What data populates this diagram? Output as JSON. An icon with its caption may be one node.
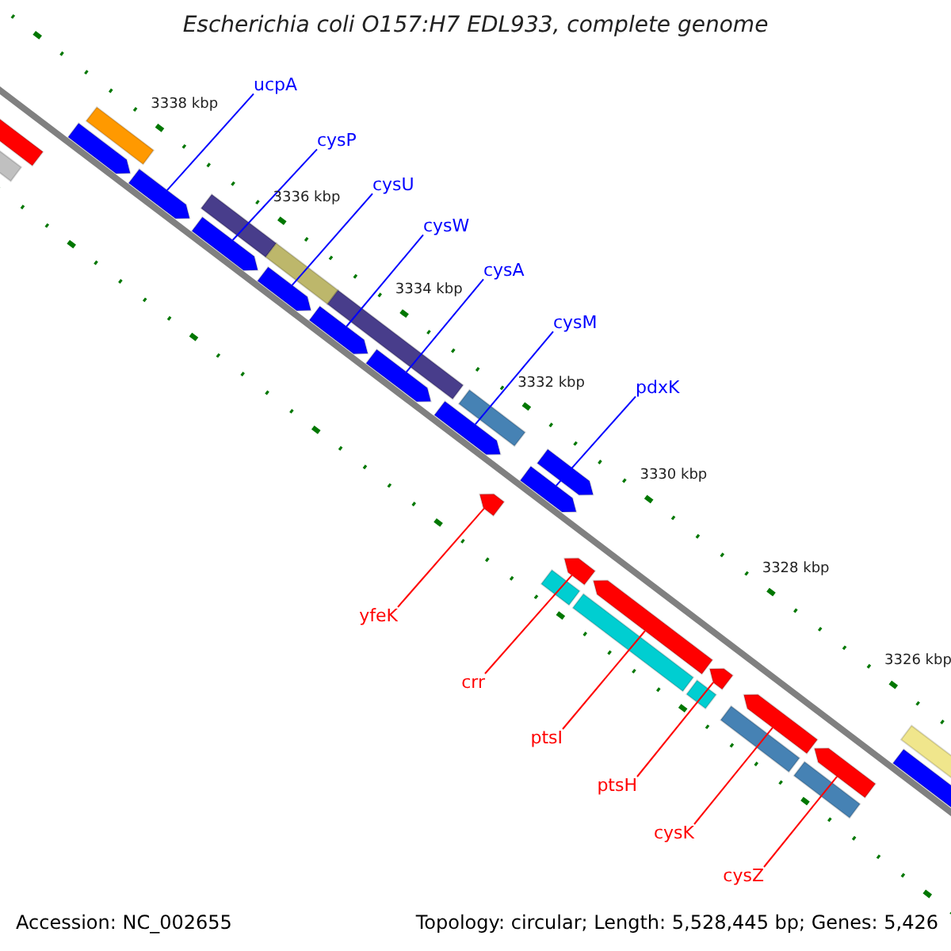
{
  "diagram": {
    "title": "Escherichia coli O157:H7 EDL933, complete genome",
    "nodes": [
      {
        "text": [
          "ucpA"
        ]
      },
      {
        "text": [],
        "shape": "bar"
      },
      {
        "text": [
          "cysP"
        ]
      },
      {
        "text": [],
        "shape": "bar"
      },
      {
        "text": [
          "cysU"
        ]
      },
      {
        "text": [],
        "shape": "bar"
      },
      {
        "text": [
          "cysW"
        ]
      },
      {
        "text": [],
        "shape": "bar"
      },
      {
        "text": [
          "cysA"
        ]
      },
      {
        "text": [],
        "shape": "bar"
      },
      {
        "text": [
          "cysM"
        ]
      },
      {
        "text": [],
        "shape": "bar"
      },
      {
        "text": [
          "pdxK"
        ]
      },
      {
        "text": [],
        "shape": "bar"
      },
      {
        "text": [
          "yfeK"
        ]
      },
      {
        "text": [],
        "shape": "bar"
      },
      {
        "text": [
          "crr"
        ]
      },
      {
        "text": [],
        "shape": "bar"
      },
      {
        "text": [
          "ptsI"
        ]
      },
      {
        "text": [],
        "shape": "bar"
      },
      {
        "text": [
          "ptsH"
        ]
      },
      {
        "text": [],
        "shape": "bar"
      },
      {
        "text": [
          "cysK"
        ]
      },
      {
        "text": [],
        "shape": "bar"
      },
      {
        "text": [
          "cysZ"
        ]
      },
      {
        "text": [],
        "shape": "bar"
      },
      {
        "text": [],
        "shape": "bar"
      },
      {
        "text": [],
        "shape": "bar"
      },
      {
        "text": [],
        "shape": "bar"
      },
      {
        "text": [],
        "shape": "bar"
      },
      {
        "text": [],
        "shape": "bar"
      },
      {
        "text": [],
        "shape": "bar"
      },
      {
        "text": [],
        "shape": "bar"
      },
      {
        "text": [],
        "shape": "bar"
      },
      {
        "text": [],
        "shape": "bar"
      },
      {
        "text": [],
        "shape": "bar"
      },
      {
        "text": [],
        "shape": "bar"
      },
      {
        "text": [],
        "shape": "bar"
      },
      {
        "text": [],
        "shape": "bar"
      },
      {
        "text": [],
        "shape": "bar"
      },
      {
        "text": [],
        "shape": "bar"
      },
      {
        "text": [],
        "shape": "bar"
      }
    ],
    "edges": [
      {
        "from": 0,
        "to": 1,
        "arrow": "none"
      },
      {
        "from": 2,
        "to": 3,
        "arrow": "none"
      },
      {
        "from": 4,
        "to": 5,
        "arrow": "none"
      },
      {
        "from": 6,
        "to": 7,
        "arrow": "none"
      },
      {
        "from": 8,
        "to": 9,
        "arrow": "none"
      },
      {
        "from": 10,
        "to": 11,
        "arrow": "none"
      },
      {
        "from": 12,
        "to": 13,
        "arrow": "none"
      },
      {
        "from": 14,
        "to": 15,
        "arrow": "none",
        "color": "#ff0000"
      },
      {
        "from": 16,
        "to": 17,
        "arrow": "none",
        "color": "#ff0000"
      },
      {
        "from": 18,
        "to": 19,
        "arrow": "none",
        "color": "#ff0000"
      },
      {
        "from": 20,
        "to": 21,
        "arrow": "none",
        "color": "#ff0000"
      },
      {
        "from": 22,
        "to": 23,
        "arrow": "none",
        "color": "#ff0000"
      },
      {
        "from": 24,
        "to": 25,
        "arrow": "none",
        "color": "#ff0000"
      }
    ],
    "labels": [
      "3338 kbp",
      "3336 kbp",
      "3334 kbp",
      "3332 kbp",
      "3330 kbp",
      "3328 kbp",
      "3326 kbp",
      "Accession: NC_002655",
      "Topology: circular; Length: 5,528,445 bp; Genes: 5,426"
    ]
  }
}
